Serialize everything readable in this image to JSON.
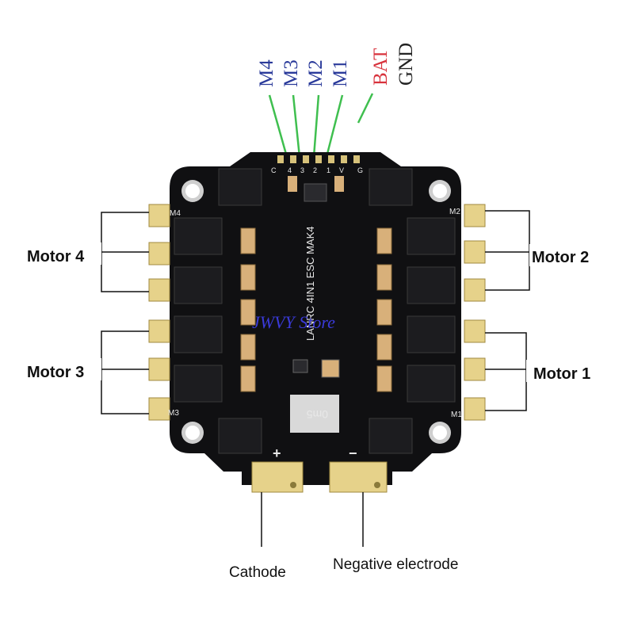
{
  "pin_labels": [
    {
      "text": "M4",
      "color": "#2a3a9a"
    },
    {
      "text": "M3",
      "color": "#2a3a9a"
    },
    {
      "text": "M2",
      "color": "#2a3a9a"
    },
    {
      "text": "M1",
      "color": "#2a3a9a"
    },
    {
      "text": "BAT",
      "color": "#d8323c"
    },
    {
      "text": "GND",
      "color": "#222222"
    }
  ],
  "header_pin_marks": [
    "C",
    "4",
    "3",
    "2",
    "1",
    "V",
    "G"
  ],
  "motor_labels": {
    "motor4": "Motor 4",
    "motor3": "Motor 3",
    "motor2": "Motor 2",
    "motor1": "Motor 1"
  },
  "pad_marks": {
    "m4": "M4",
    "m3": "M3",
    "m2": "M2",
    "m1": "M1"
  },
  "board_text": "LANRC 4IN1 ESC MAK4",
  "shunt_text": "0m5",
  "polarity": {
    "plus": "+",
    "minus": "−"
  },
  "power_labels": {
    "cathode": "Cathode",
    "negative": "Negative electrode"
  },
  "watermark": "JWVY Store",
  "colors": {
    "board": "#101012",
    "pad_gold": "#e6d28a",
    "wire_green": "#3fbf4f",
    "component_cap": "#d8b07a"
  }
}
